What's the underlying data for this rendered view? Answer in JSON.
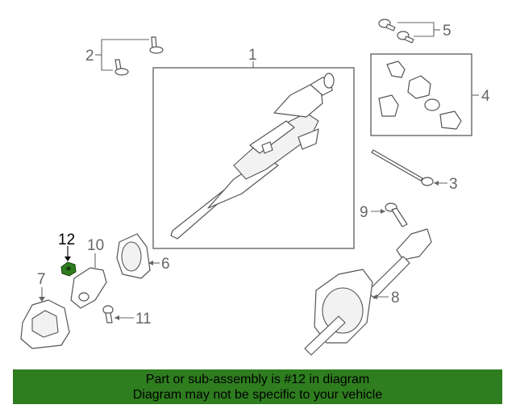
{
  "callouts": {
    "c1": "1",
    "c2": "2",
    "c3": "3",
    "c4": "4",
    "c5": "5",
    "c6": "6",
    "c7": "7",
    "c8": "8",
    "c9": "9",
    "c10": "10",
    "c11": "11",
    "c12": "12"
  },
  "colors": {
    "highlight": "#2e7d1f",
    "banner_bg": "#2e7d1f"
  },
  "banner": {
    "line1": "Part or sub-assembly is #12 in diagram",
    "line2": "Diagram may not be specific to your vehicle"
  }
}
